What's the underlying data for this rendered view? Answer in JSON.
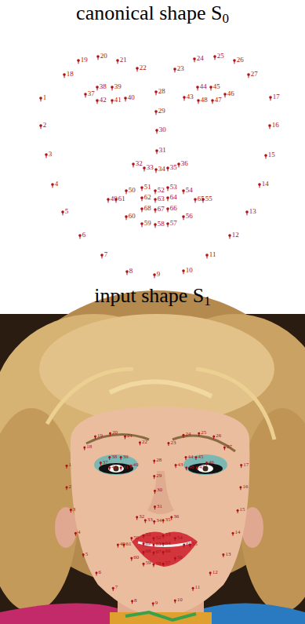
{
  "diagram": {
    "labels": [
      "canonical shape S0",
      "1",
      "2",
      "3",
      "4",
      "5",
      "6",
      "7",
      "8",
      "9",
      "10",
      "11",
      "12",
      "13",
      "14",
      "15",
      "16",
      "17",
      "18",
      "19",
      "20",
      "21",
      "22",
      "23",
      "24",
      "25",
      "26",
      "27",
      "28",
      "29",
      "30",
      "31",
      "32",
      "33",
      "34",
      "35",
      "36",
      "37",
      "38",
      "39",
      "40",
      "41",
      "42",
      "43",
      "44",
      "45",
      "46",
      "47",
      "48",
      "49",
      "50",
      "51",
      "52",
      "53",
      "54",
      "55",
      "56",
      "57",
      "58",
      "59",
      "60",
      "61",
      "62",
      "63",
      "64",
      "65",
      "66",
      "67",
      "68",
      "input shape S1",
      "1",
      "2",
      "3",
      "4",
      "5",
      "6",
      "7",
      "8",
      "9",
      "10",
      "11",
      "12",
      "13",
      "14",
      "15",
      "16",
      "17",
      "18",
      "19",
      "20",
      "21",
      "22",
      "23",
      "24",
      "25",
      "26",
      "27",
      "28",
      "29",
      "30",
      "31",
      "32",
      "33",
      "34",
      "35",
      "36",
      "37",
      "38",
      "39",
      "40",
      "41",
      "42",
      "43",
      "44",
      "45",
      "46",
      "47",
      "48",
      "49",
      "50",
      "51",
      "52",
      "53",
      "54",
      "55",
      "56",
      "57",
      "58",
      "59",
      "60",
      "61",
      "62",
      "63",
      "64",
      "65",
      "66",
      "67",
      "68"
    ]
  }
}
